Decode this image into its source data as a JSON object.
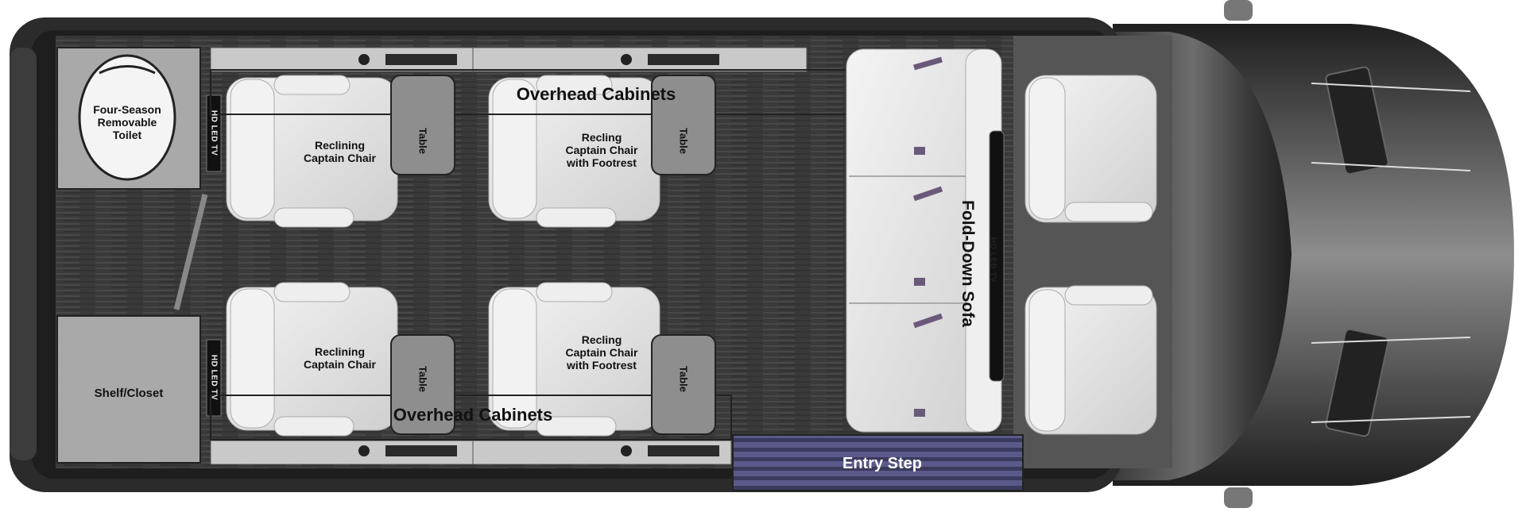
{
  "labels": {
    "toilet": [
      "Four-Season",
      "Removable",
      "Toilet"
    ],
    "closet": "Shelf/Closet",
    "overhead_top": "Overhead Cabinets",
    "overhead_bottom": "Overhead Cabinets",
    "chair_top_left": [
      "Reclining",
      "Captain Chair"
    ],
    "chair_top_mid": [
      "Recling",
      "Captain Chair",
      "with Footrest"
    ],
    "chair_bot_left": [
      "Reclining",
      "Captain Chair"
    ],
    "chair_bot_mid": [
      "Recling",
      "Captain Chair",
      "with Footrest"
    ],
    "table": "Table",
    "tv_rear_top": "HD LED TV",
    "tv_rear_bottom": "HD LED TV",
    "tv_front": "HD LED TV",
    "sofa": "Fold-Down Sofa",
    "entry": "Entry Step"
  },
  "colors": {
    "body_dark": "#2b2b2b",
    "floor": "#3a3a3a",
    "seat": "#e6e6e6",
    "table": "#8e8e8e",
    "closet": "#a9a9a9",
    "cabinet": "#c9c9c9"
  }
}
